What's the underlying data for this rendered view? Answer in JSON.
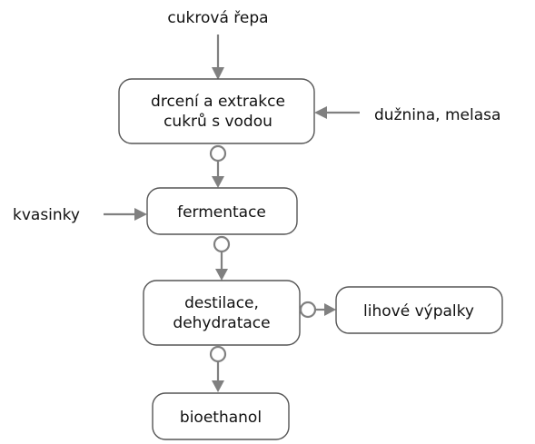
{
  "inputs": {
    "top": "cukrová řepa",
    "right": "dužnina, melasa",
    "left": "kvasinky"
  },
  "nodes": {
    "extraction": [
      "drcení a extrakce",
      "cukrů s vodou"
    ],
    "fermentation": "fermentace",
    "distillation": [
      "destilace,",
      "dehydratace"
    ],
    "stillage": "lihové výpalky",
    "product": "bioethanol"
  },
  "colors": {
    "connector": "#808080",
    "box_border": "#555555",
    "text": "#111111"
  }
}
